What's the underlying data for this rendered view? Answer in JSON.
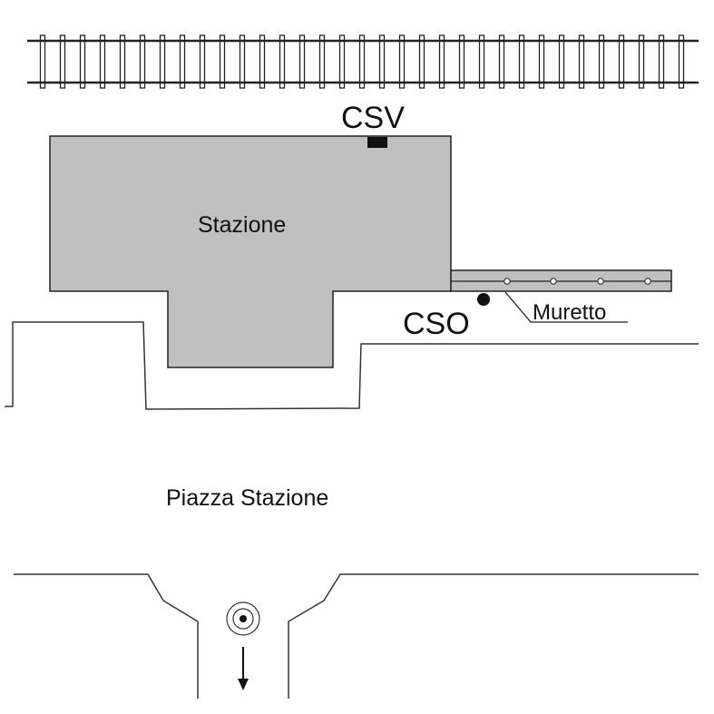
{
  "labels": {
    "csv": "CSV",
    "station": "Stazione",
    "cso": "CSO",
    "wall": "Muretto",
    "square": "Piazza Stazione"
  },
  "colors": {
    "building": "#c0c0c0",
    "line": "#222222"
  }
}
